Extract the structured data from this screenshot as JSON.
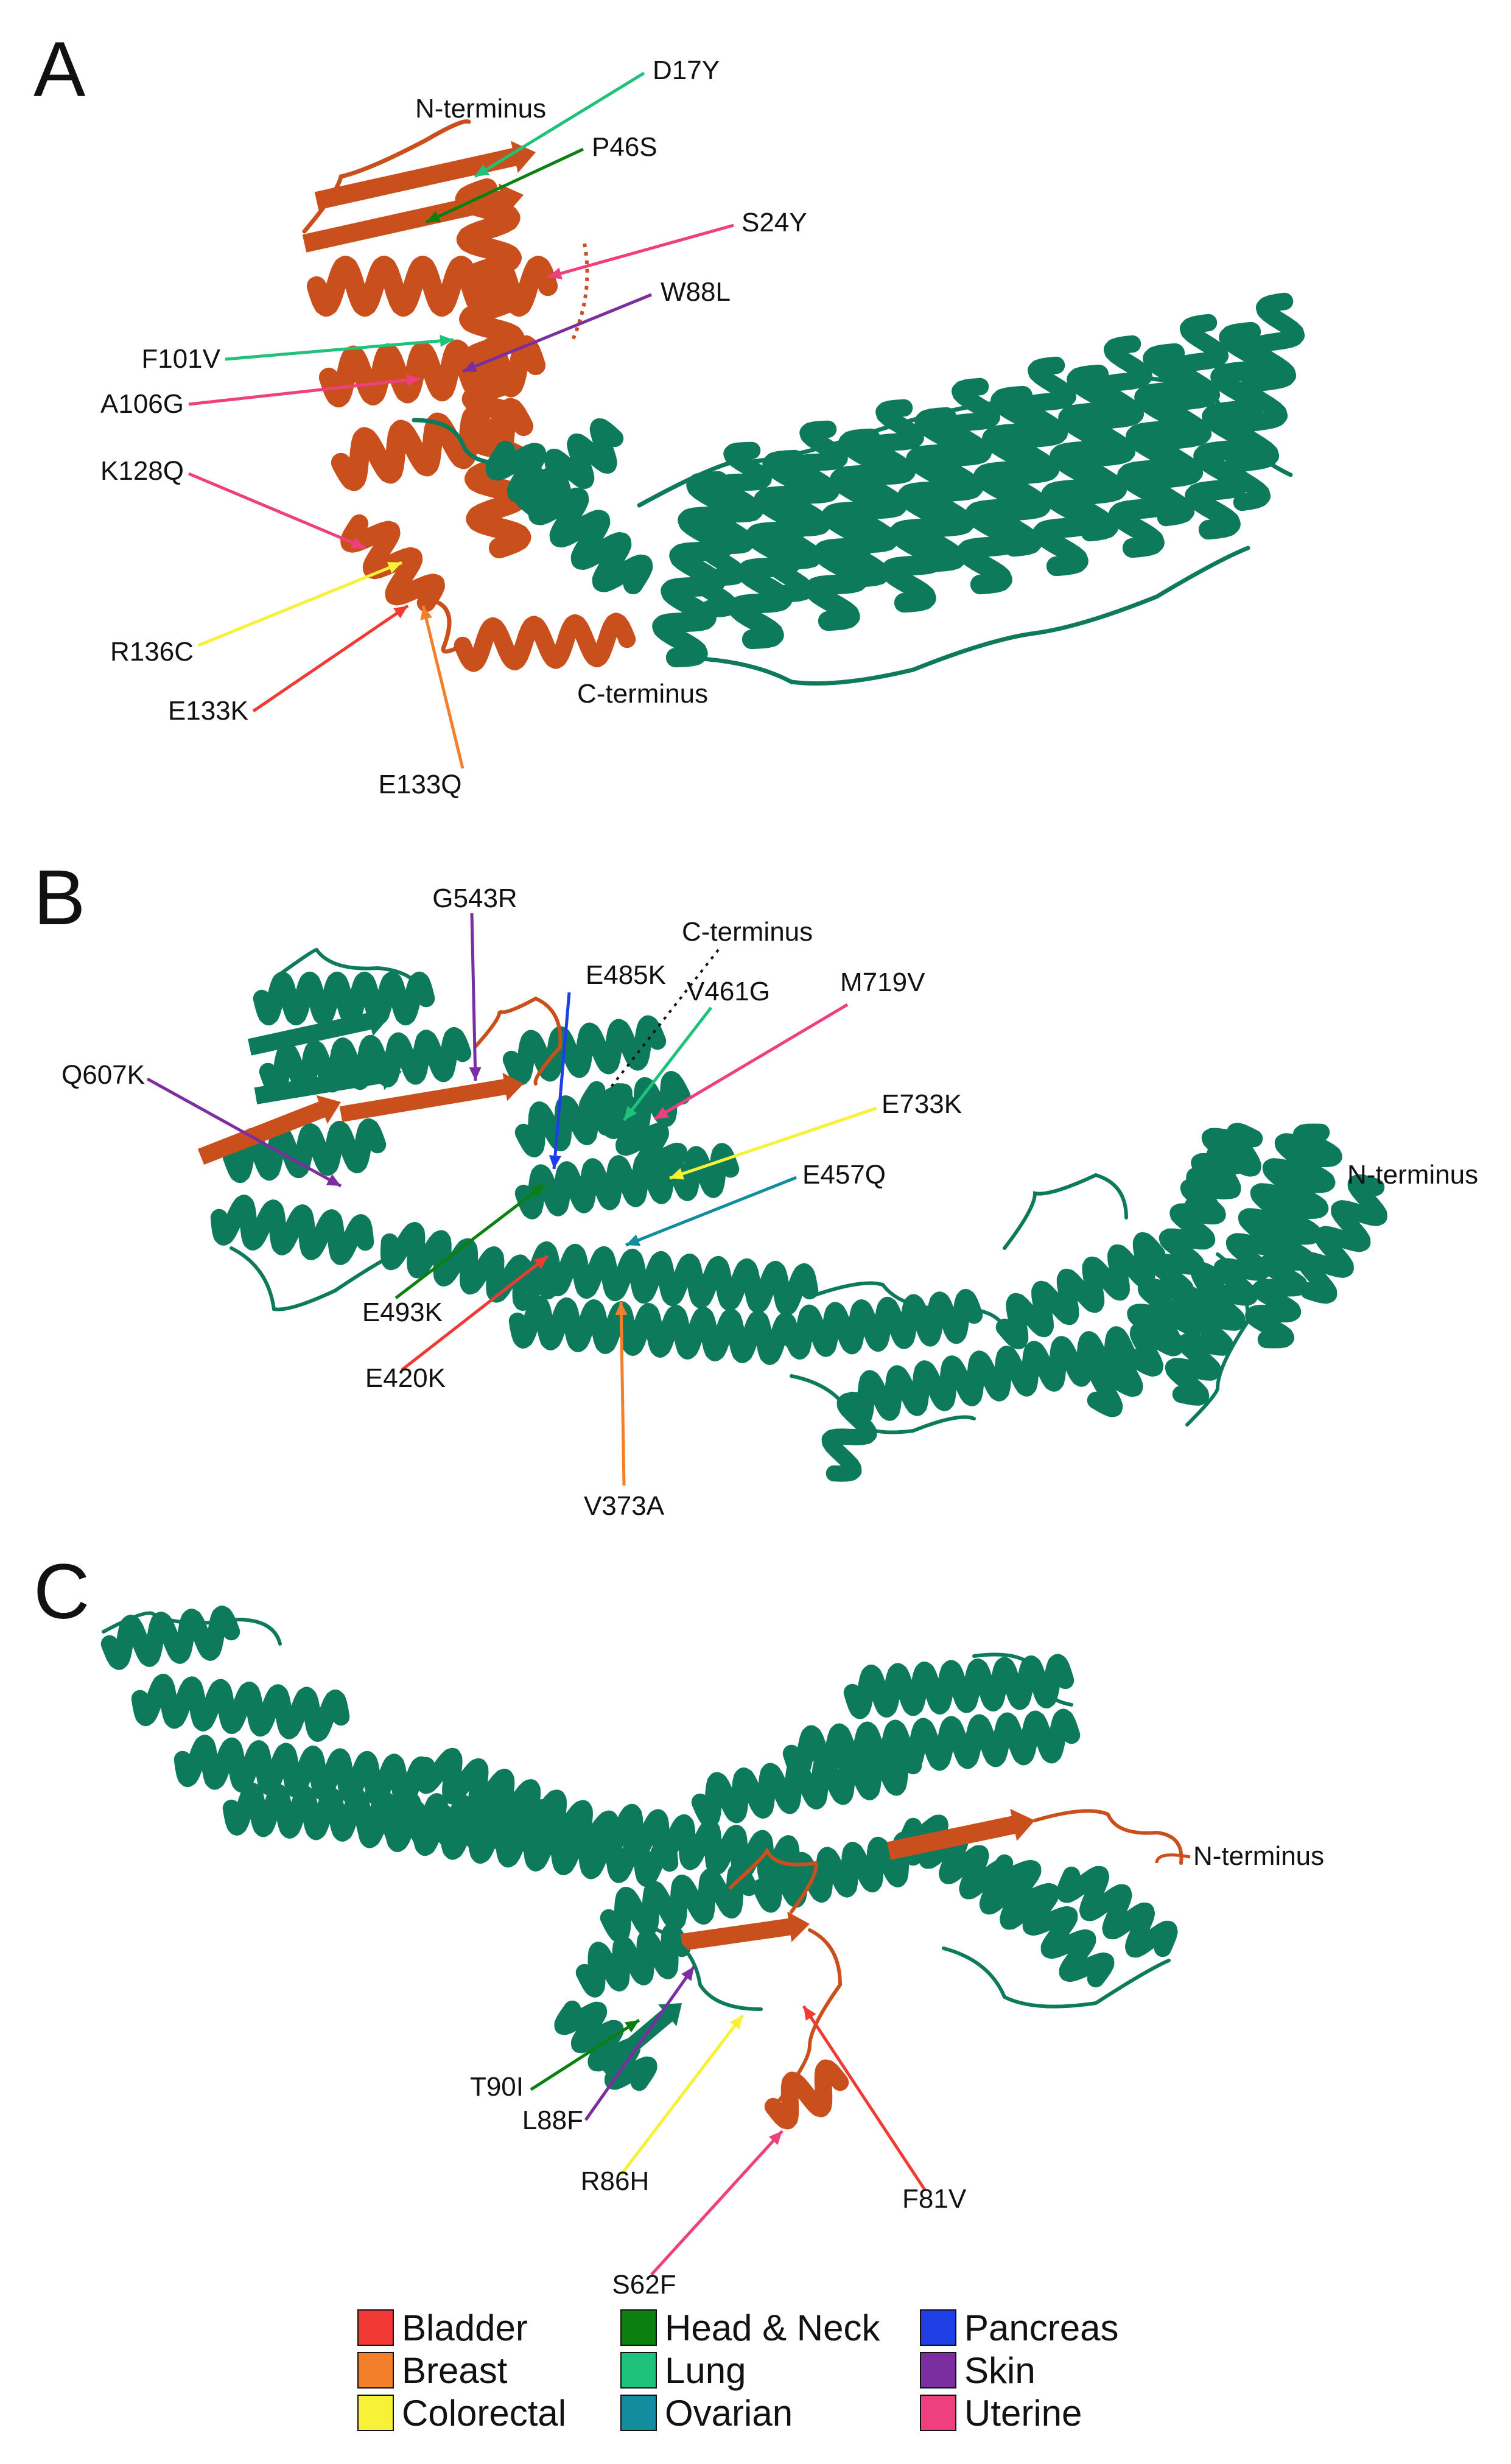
{
  "panels": [
    {
      "id": "A",
      "letter": "A",
      "terminus_labels": [
        "N-terminus",
        "C-terminus"
      ],
      "mutations": [
        {
          "label": "D17Y",
          "cancer": "Lung"
        },
        {
          "label": "P46S",
          "cancer": "Head & Neck"
        },
        {
          "label": "S24Y",
          "cancer": "Uterine"
        },
        {
          "label": "W88L",
          "cancer": "Skin"
        },
        {
          "label": "F101V",
          "cancer": "Lung"
        },
        {
          "label": "A106G",
          "cancer": "Uterine"
        },
        {
          "label": "K128Q",
          "cancer": "Uterine"
        },
        {
          "label": "R136C",
          "cancer": "Colorectal"
        },
        {
          "label": "E133K",
          "cancer": "Bladder"
        },
        {
          "label": "E133Q",
          "cancer": "Breast"
        }
      ]
    },
    {
      "id": "B",
      "letter": "B",
      "terminus_labels": [
        "C-terminus",
        "N-terminus"
      ],
      "mutations": [
        {
          "label": "G543R",
          "cancer": "Skin"
        },
        {
          "label": "E485K",
          "cancer": "Pancreas"
        },
        {
          "label": "V461G",
          "cancer": "Lung"
        },
        {
          "label": "M719V",
          "cancer": "Uterine"
        },
        {
          "label": "Q607K",
          "cancer": "Skin"
        },
        {
          "label": "E733K",
          "cancer": "Colorectal"
        },
        {
          "label": "E457Q",
          "cancer": "Ovarian"
        },
        {
          "label": "E493K",
          "cancer": "Head & Neck"
        },
        {
          "label": "E420K",
          "cancer": "Bladder"
        },
        {
          "label": "V373A",
          "cancer": "Breast"
        }
      ]
    },
    {
      "id": "C",
      "letter": "C",
      "terminus_labels": [
        "N-terminus"
      ],
      "mutations": [
        {
          "label": "T90I",
          "cancer": "Head & Neck"
        },
        {
          "label": "L88F",
          "cancer": "Skin"
        },
        {
          "label": "R86H",
          "cancer": "Colorectal"
        },
        {
          "label": "F81V",
          "cancer": "Bladder"
        },
        {
          "label": "S62F",
          "cancer": "Uterine"
        }
      ]
    }
  ],
  "legend": [
    {
      "label": "Bladder",
      "color": "#f03a33"
    },
    {
      "label": "Breast",
      "color": "#f47f2a"
    },
    {
      "label": "Colorectal",
      "color": "#f7f238"
    },
    {
      "label": "Head & Neck",
      "color": "#0b7f10"
    },
    {
      "label": "Lung",
      "color": "#1ec27a"
    },
    {
      "label": "Ovarian",
      "color": "#138ca0"
    },
    {
      "label": "Pancreas",
      "color": "#1f3fe6"
    },
    {
      "label": "Skin",
      "color": "#7a2ea0"
    },
    {
      "label": "Uterine",
      "color": "#ee3f7e"
    }
  ],
  "colors": {
    "protein_main": "#0d7a5b",
    "protein_highlight": "#c9501c",
    "text": "#111111"
  }
}
